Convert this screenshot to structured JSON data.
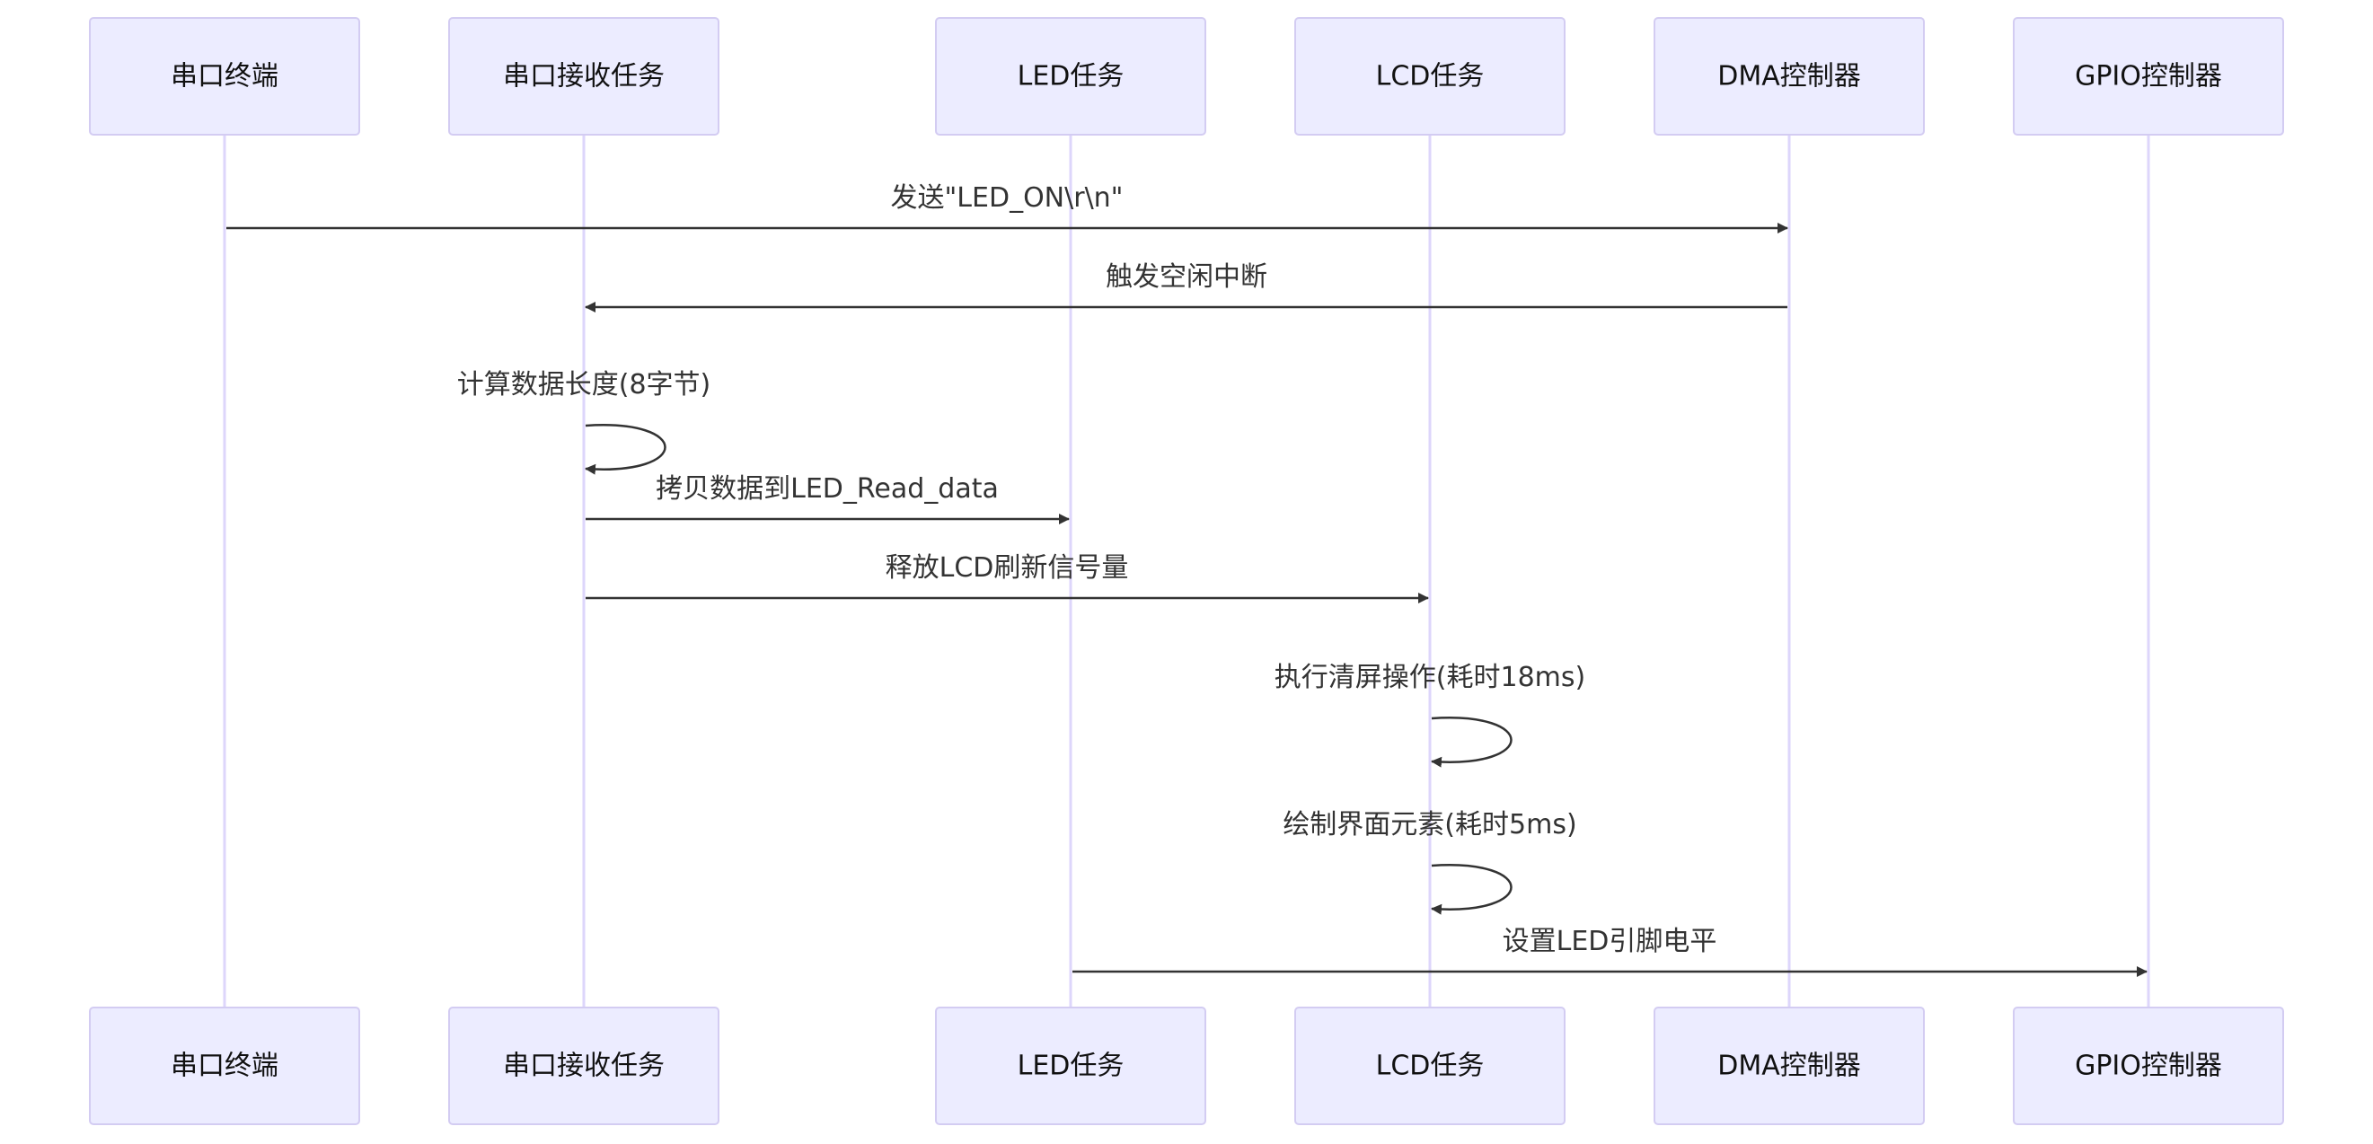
{
  "actors": [
    {
      "id": "terminal",
      "label": "串口终端"
    },
    {
      "id": "uart_task",
      "label": "串口接收任务"
    },
    {
      "id": "led_task",
      "label": "LED任务"
    },
    {
      "id": "lcd_task",
      "label": "LCD任务"
    },
    {
      "id": "dma",
      "label": "DMA控制器"
    },
    {
      "id": "gpio",
      "label": "GPIO控制器"
    }
  ],
  "messages": [
    {
      "from": "terminal",
      "to": "dma",
      "label": "发送\"LED_ON\\r\\n\""
    },
    {
      "from": "dma",
      "to": "uart_task",
      "label": "触发空闲中断"
    },
    {
      "from": "uart_task",
      "to": "uart_task",
      "label": "计算数据长度(8字节)"
    },
    {
      "from": "uart_task",
      "to": "led_task",
      "label": "拷贝数据到LED_Read_data"
    },
    {
      "from": "uart_task",
      "to": "lcd_task",
      "label": "释放LCD刷新信号量"
    },
    {
      "from": "lcd_task",
      "to": "lcd_task",
      "label": "执行清屏操作(耗时18ms)"
    },
    {
      "from": "lcd_task",
      "to": "lcd_task",
      "label": "绘制界面元素(耗时5ms)"
    },
    {
      "from": "led_task",
      "to": "gpio",
      "label": "设置LED引脚电平"
    }
  ]
}
